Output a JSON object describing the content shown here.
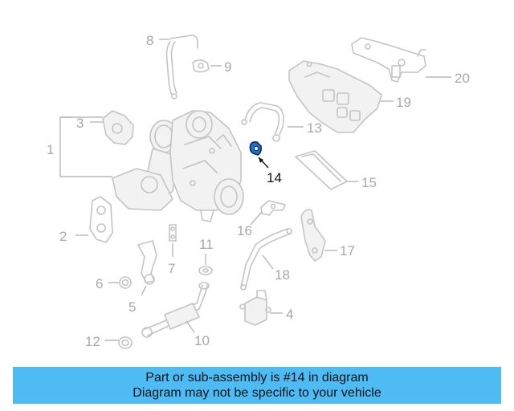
{
  "callouts": [
    "1",
    "2",
    "3",
    "4",
    "5",
    "6",
    "7",
    "8",
    "9",
    "10",
    "11",
    "12",
    "13",
    "14",
    "15",
    "16",
    "17",
    "18",
    "19",
    "20"
  ],
  "highlighted_callout": "14",
  "banner": {
    "line1": "Part or sub-assembly is #14 in diagram",
    "line2": "Diagram may not be specific to your vehicle"
  },
  "colors": {
    "banner_bg": "#4dbcf5",
    "highlight_part": "#1e6fd0",
    "faded_part": "#c4c4c4"
  }
}
